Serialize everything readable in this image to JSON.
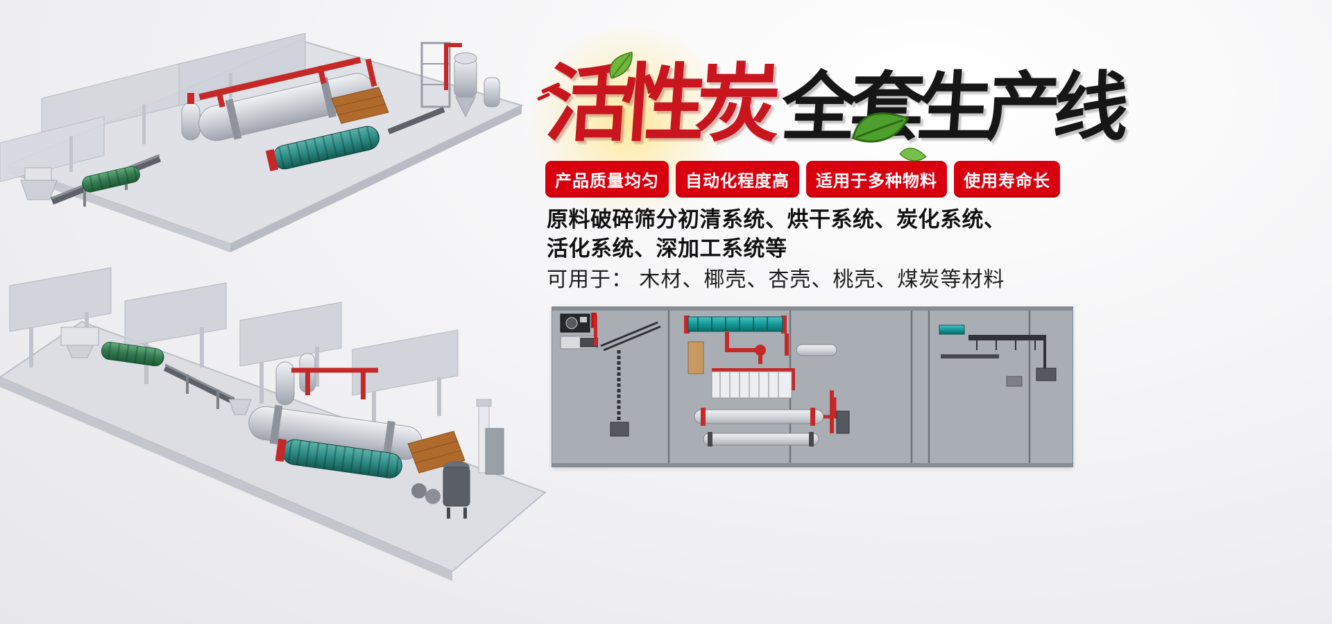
{
  "title": {
    "red": "活性炭",
    "black": "全套生产线"
  },
  "badges": [
    {
      "label": "产品质量均匀"
    },
    {
      "label": "自动化程度高"
    },
    {
      "label": "适用于多种物料"
    },
    {
      "label": "使用寿命长"
    }
  ],
  "description": {
    "line1": "原料破碎筛分初清系统、烘干系统、炭化系统、",
    "line2": "活化系统、深加工系统等",
    "line3": "可用于： 木材、椰壳、杏壳、桃壳、煤炭等材料"
  },
  "colors": {
    "badge_red": "#d8000f",
    "title_red": "#c9151e",
    "title_black": "#161616",
    "panel_gray": "#a9aeb4",
    "pipe_red": "#c62828",
    "drum_teal": "#2f8f8f",
    "leaf_green": "#4e9f2e"
  },
  "illustrations": {
    "top_render": "activated-carbon-line-3d-render-top",
    "bottom_render": "activated-carbon-line-3d-render-bottom",
    "layout_panel": "production-line-layout-diagram"
  }
}
